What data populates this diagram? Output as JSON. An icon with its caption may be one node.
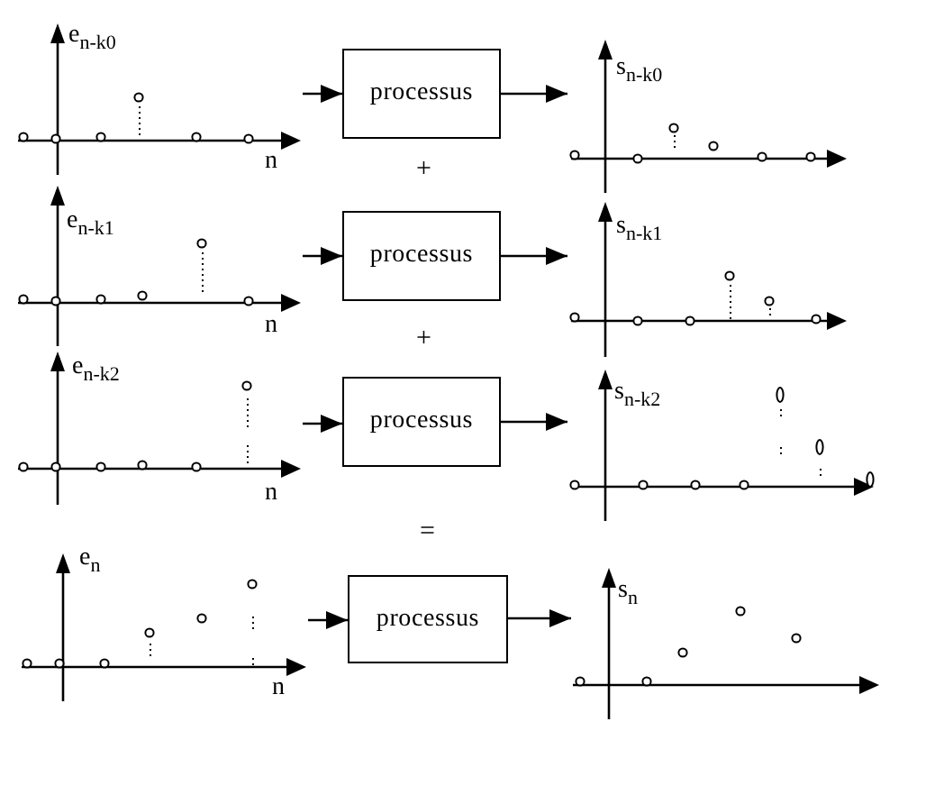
{
  "diagram": {
    "nodes": [
      {
        "text": [
          "e$_{n-k0}$",
          "n"
        ]
      },
      {
        "text": [
          "processus"
        ]
      },
      {
        "text": [
          "s$_{n-k0}$"
        ]
      },
      {
        "text": [
          "e$_{n-k1}$",
          "n"
        ]
      },
      {
        "text": [
          "processus"
        ]
      },
      {
        "text": [
          "s$_{n-k1}$"
        ]
      },
      {
        "text": [
          "e$_{n-k2}$",
          "n"
        ]
      },
      {
        "text": [
          "processus"
        ]
      },
      {
        "text": [
          "s$_{n-k2}$"
        ]
      },
      {
        "text": [
          "e$_{n}$",
          "n"
        ]
      },
      {
        "text": [
          "processus"
        ]
      },
      {
        "text": [
          "s$_{n}$"
        ]
      }
    ],
    "edges": [
      {
        "from": 0,
        "to": 1,
        "arrow": "to"
      },
      {
        "from": 1,
        "to": 2,
        "arrow": "to"
      },
      {
        "from": 3,
        "to": 4,
        "arrow": "to"
      },
      {
        "from": 4,
        "to": 5,
        "arrow": "to"
      },
      {
        "from": 6,
        "to": 7,
        "arrow": "to"
      },
      {
        "from": 7,
        "to": 8,
        "arrow": "to"
      },
      {
        "from": 9,
        "to": 10,
        "arrow": "to"
      },
      {
        "from": 10,
        "to": 11,
        "arrow": "to"
      }
    ],
    "labels": [
      "+",
      "+",
      "="
    ]
  }
}
